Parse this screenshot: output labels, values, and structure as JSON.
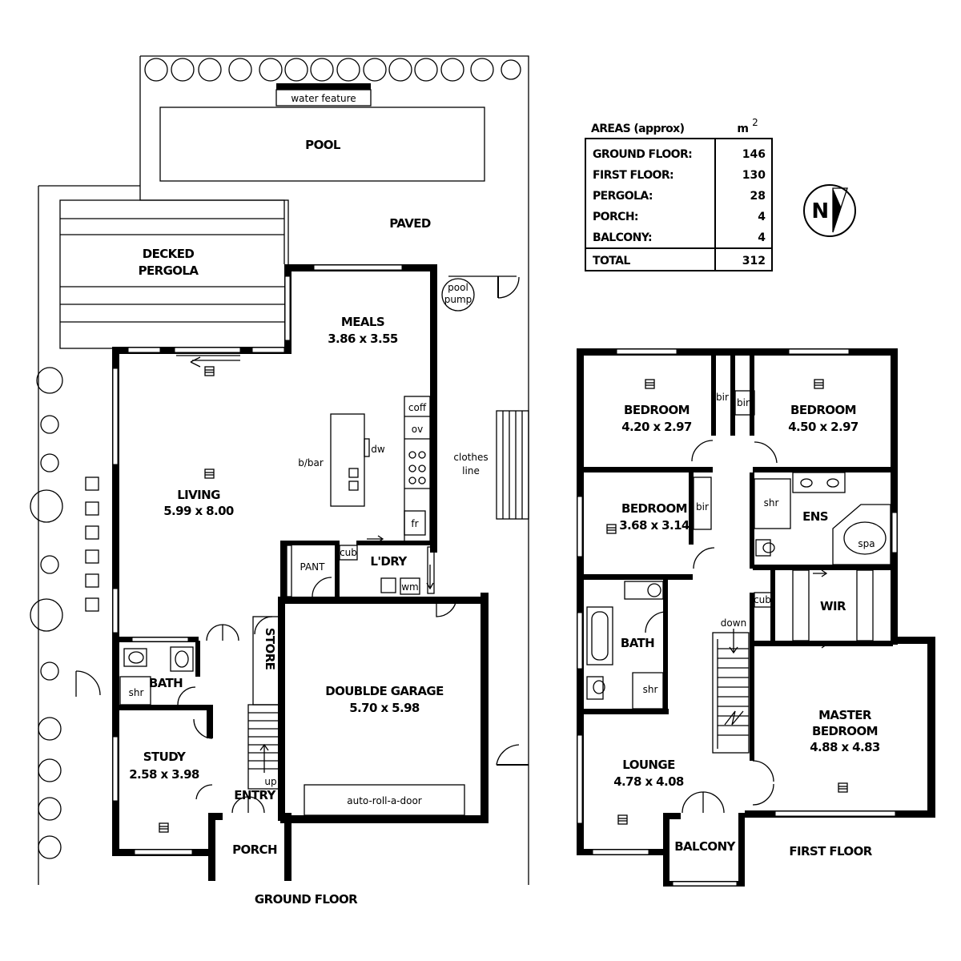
{
  "ground_floor": {
    "title": "GROUND FLOOR",
    "water_feature": "water feature",
    "pool": "POOL",
    "paved": "PAVED",
    "pergola": [
      "DECKED",
      "PERGOLA"
    ],
    "pool_pump": [
      "pool",
      "pump"
    ],
    "clothes_line": [
      "clothes",
      "line"
    ],
    "meals": {
      "name": "MEALS",
      "size": "3.86 x 3.55"
    },
    "living": {
      "name": "LIVING",
      "size": "5.99 x 8.00"
    },
    "kitchen": {
      "coff": "coff",
      "ov": "ov",
      "dw": "dw",
      "bbar": "b/bar",
      "fr": "fr"
    },
    "pantry": "PANT",
    "cub": "cub",
    "laundry": "L'DRY",
    "wm": "wm",
    "store": "STORE",
    "garage": {
      "name": "DOUBLDE GARAGE",
      "size": "5.70 x 5.98"
    },
    "garage_door": "auto-roll-a-door",
    "bath": "BATH",
    "shr": "shr",
    "study": {
      "name": "STUDY",
      "size": "2.58 x 3.98"
    },
    "up": "up",
    "entry": "ENTRY",
    "porch": "PORCH"
  },
  "first_floor": {
    "title": "FIRST FLOOR",
    "bedroom1": {
      "name": "BEDROOM",
      "size": "4.20 x 2.97"
    },
    "bedroom2": {
      "name": "BEDROOM",
      "size": "4.50 x 2.97"
    },
    "bedroom3": {
      "name": "BEDROOM",
      "size": "3.68 x 3.14"
    },
    "bir": "bir",
    "ens": "ENS",
    "shr": "shr",
    "spa": "spa",
    "cub": "cub",
    "wir": "WIR",
    "down": "down",
    "bath": "BATH",
    "master": {
      "name": [
        "MASTER",
        "BEDROOM"
      ],
      "size": "4.88 x 4.83"
    },
    "lounge": {
      "name": "LOUNGE",
      "size": "4.78 x 4.08"
    },
    "balcony": "BALCONY"
  },
  "areas": {
    "heading": "AREAS (approx)",
    "unit": "m",
    "unit_sup": "2",
    "rows": [
      {
        "label": "GROUND FLOOR:",
        "value": "146"
      },
      {
        "label": "FIRST FLOOR:",
        "value": "130"
      },
      {
        "label": "PERGOLA:",
        "value": "28"
      },
      {
        "label": "PORCH:",
        "value": "4"
      },
      {
        "label": "BALCONY:",
        "value": "4"
      }
    ],
    "total": {
      "label": "TOTAL",
      "value": "312"
    }
  },
  "north_arrow": {
    "letter": "N"
  }
}
